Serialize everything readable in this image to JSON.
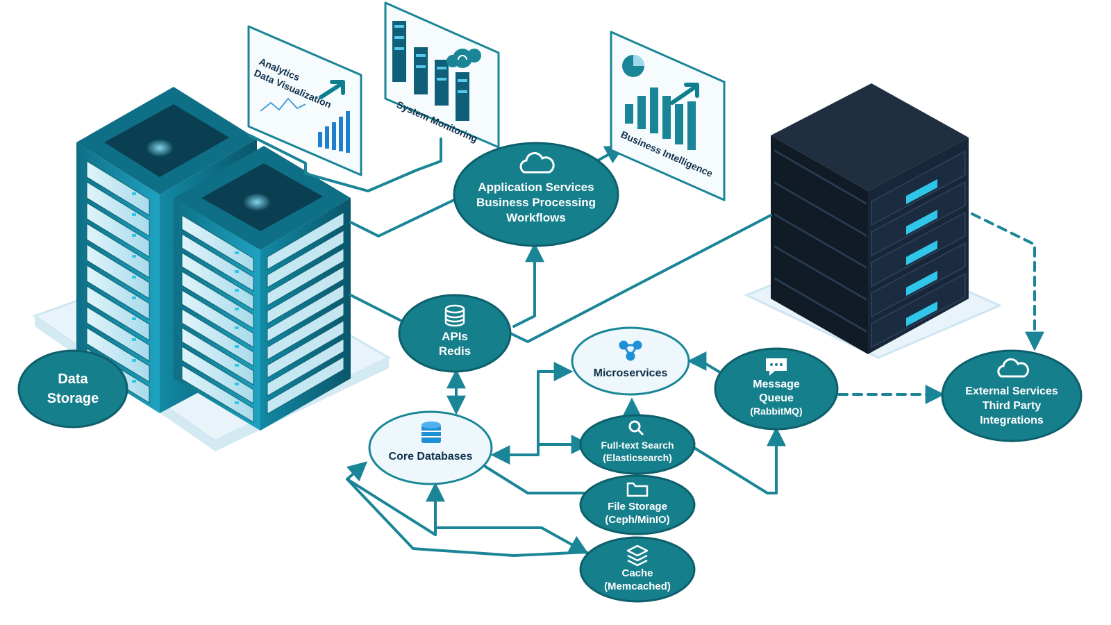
{
  "diagram": {
    "colors": {
      "primary": "#167f8c",
      "primary_dark": "#0d5f6b",
      "light_node": "#eef8fc",
      "line": "#1a8596",
      "server_dark": "#16222f",
      "server_accent": "#2fc6ea"
    },
    "panels": {
      "analytics": {
        "line1": "Analytics",
        "line2": "Data Visualization"
      },
      "monitoring": {
        "label": "System Monitoring"
      },
      "bi": {
        "label": "Business Intelligence"
      }
    },
    "nodes": {
      "data_storage": {
        "line1": "Data",
        "line2": "Storage"
      },
      "app_services": {
        "icon": "cloud-icon",
        "line1": "Application Services",
        "line2": "Business Processing",
        "line3": "Workflows"
      },
      "apis_redis": {
        "icon": "database-icon",
        "line1": "APIs",
        "line2": "Redis"
      },
      "core_databases": {
        "icon": "database-icon",
        "label": "Core Databases"
      },
      "microservices": {
        "icon": "network-icon",
        "label": "Microservices"
      },
      "full_text_search": {
        "icon": "search-icon",
        "line1": "Full-text Search",
        "line2": "(Elasticsearch)"
      },
      "file_storage": {
        "icon": "folder-icon",
        "line1": "File Storage",
        "line2": "(Ceph/MinIO)"
      },
      "cache": {
        "icon": "layers-icon",
        "line1": "Cache",
        "line2": "(Memcached)"
      },
      "message_queue": {
        "icon": "chat-icon",
        "line1": "Message",
        "line2": "Queue",
        "line3": "(RabbitMQ)"
      },
      "external_services": {
        "icon": "cloud-icon",
        "line1": "External Services",
        "line2": "Third Party",
        "line3": "Integrations"
      }
    }
  }
}
